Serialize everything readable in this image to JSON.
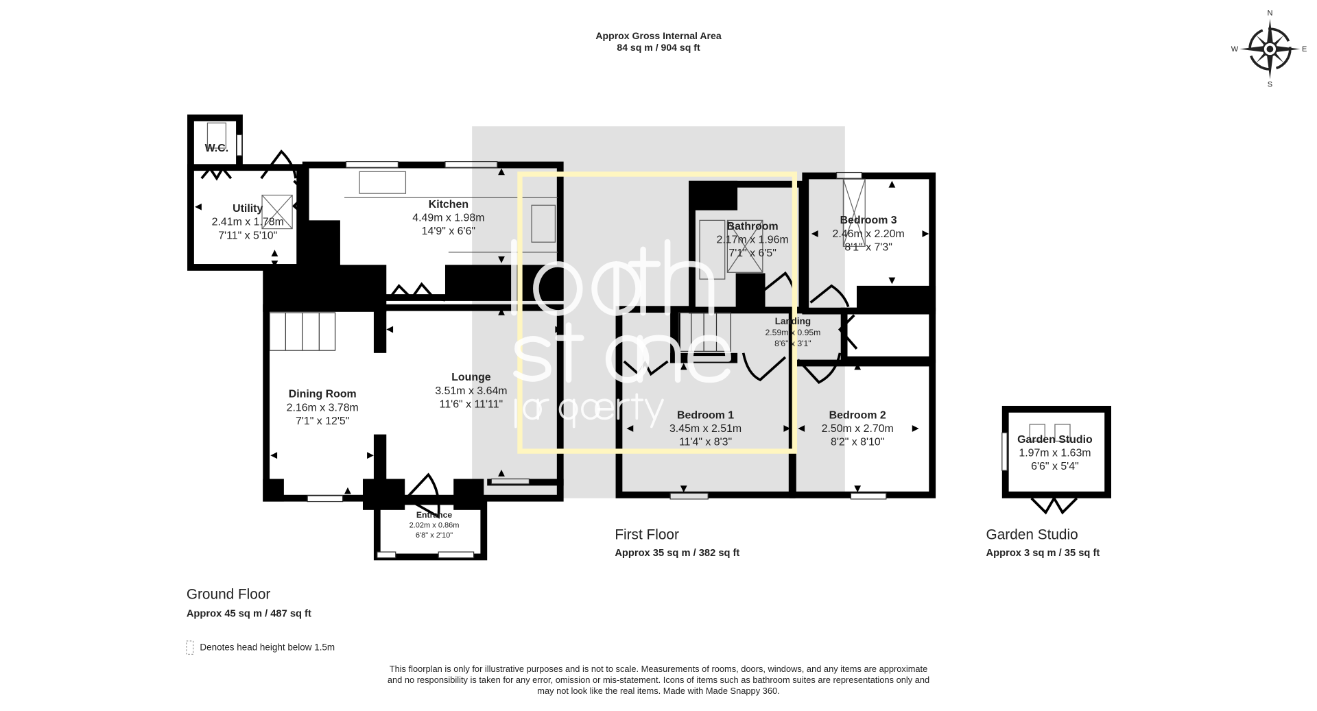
{
  "header": {
    "title": "Approx Gross Internal Area",
    "area": "84 sq m / 904 sq ft"
  },
  "compass": {
    "n": "N",
    "e": "E",
    "s": "S",
    "w": "W",
    "icon": "compass-rose-icon"
  },
  "watermark": {
    "line1": "bath",
    "line2": "stone",
    "line3": "property",
    "frame_color": "#fff6c0",
    "overlay_color": "#c8c8c8"
  },
  "floors": {
    "ground": {
      "name": "Ground Floor",
      "area": "Approx 45 sq m / 487 sq ft"
    },
    "first": {
      "name": "First Floor",
      "area": "Approx 35 sq m / 382 sq ft"
    },
    "garden": {
      "name": "Garden Studio",
      "area": "Approx 3 sq m / 35 sq ft"
    }
  },
  "rooms": {
    "wc": {
      "name": "W.C."
    },
    "utility": {
      "name": "Utility",
      "metric": "2.41m x 1.78m",
      "imperial": "7'11\" x 5'10\""
    },
    "kitchen": {
      "name": "Kitchen",
      "metric": "4.49m x 1.98m",
      "imperial": "14'9\" x 6'6\""
    },
    "lounge": {
      "name": "Lounge",
      "metric": "3.51m x 3.64m",
      "imperial": "11'6\" x 11'11\""
    },
    "dining": {
      "name": "Dining Room",
      "metric": "2.16m x 3.78m",
      "imperial": "7'1\" x 12'5\""
    },
    "entrance": {
      "name": "Entrance",
      "metric": "2.02m x 0.86m",
      "imperial": "6'8\" x 2'10\""
    },
    "bathroom": {
      "name": "Bathroom",
      "metric": "2.17m x 1.96m",
      "imperial": "7'1\" x 6'5\""
    },
    "bedroom3": {
      "name": "Bedroom 3",
      "metric": "2.46m x 2.20m",
      "imperial": "8'1\" x 7'3\""
    },
    "landing": {
      "name": "Landing",
      "metric": "2.59m x 0.95m",
      "imperial": "8'6\" x 3'1\""
    },
    "bedroom1": {
      "name": "Bedroom 1",
      "metric": "3.45m x 2.51m",
      "imperial": "11'4\" x 8'3\""
    },
    "bedroom2": {
      "name": "Bedroom 2",
      "metric": "2.50m x 2.70m",
      "imperial": "8'2\" x 8'10\""
    },
    "garden_studio": {
      "name": "Garden Studio",
      "metric": "1.97m x 1.63m",
      "imperial": "6'6\" x 5'4\""
    }
  },
  "legend": {
    "text": "Denotes head height below 1.5m"
  },
  "disclaimer": {
    "line1": "This floorplan is only for illustrative purposes and is not to scale. Measurements of rooms, doors, windows, and any items are approximate",
    "line2": "and no responsibility is taken for any error, omission or mis-statement. Icons of items such as bathroom suites are representations only and",
    "line3": "may not look like the real items. Made with Made Snappy 360."
  }
}
